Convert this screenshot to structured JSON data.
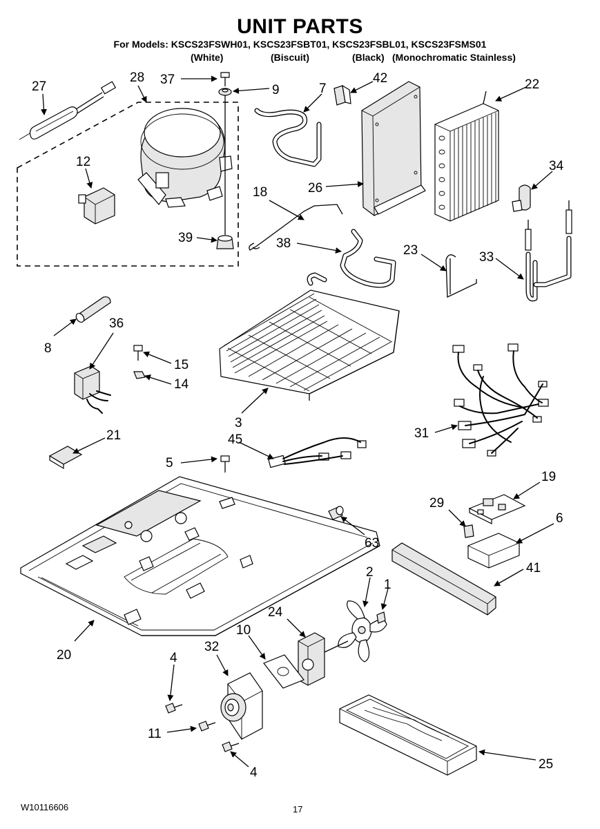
{
  "header": {
    "title": "UNIT PARTS",
    "models_line": "For Models: KSCS23FSWH01, KSCS23FSBT01, KSCS23FSBL01, KSCS23FSMS01",
    "variants": [
      "(White)",
      "(Biscuit)",
      "(Black)",
      "(Monochromatic Stainless)"
    ]
  },
  "callouts": {
    "c27": "27",
    "c28": "28",
    "c37": "37",
    "c9": "9",
    "c7": "7",
    "c42": "42",
    "c22": "22",
    "c12": "12",
    "c34": "34",
    "c26": "26",
    "c18": "18",
    "c39": "39",
    "c38": "38",
    "c23": "23",
    "c33": "33",
    "c36": "36",
    "c8": "8",
    "c15": "15",
    "c14": "14",
    "c3": "3",
    "c31": "31",
    "c21": "21",
    "c45": "45",
    "c5": "5",
    "c19": "19",
    "c29": "29",
    "c6": "6",
    "c63": "63",
    "c41": "41",
    "c2": "2",
    "c1": "1",
    "c24": "24",
    "c20": "20",
    "c10": "10",
    "c4a": "4",
    "c32": "32",
    "c11": "11",
    "c4b": "4",
    "c25": "25"
  },
  "footer": {
    "doc_code": "W10116606",
    "page": "17"
  }
}
